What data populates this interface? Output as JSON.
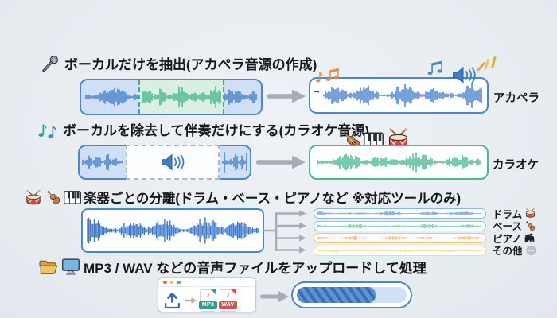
{
  "page": {
    "background": "#e9edf2"
  },
  "colors": {
    "blue_wave": "#3d78c9",
    "blue_border": "#4e86ce",
    "blue_fill": "#cfe0f6",
    "green_wave": "#3eb488",
    "green_border": "#4db890",
    "green_fill": "#d9efe2",
    "orange_wave": "#ef9b33",
    "pale_orange_wave": "#f0bf7e",
    "arrow_gray": "#a6adb5",
    "text": "#15181c"
  },
  "sections": {
    "acapella": {
      "icon": "microphone-icon",
      "title": "ボーカルだけを抽出(アカペラ音源の作成)",
      "output_prefix": "~",
      "output_label": "アカペラ",
      "decorations": [
        "music-notes-icon",
        "speaker-icon",
        "burst-icon"
      ]
    },
    "karaoke": {
      "icon": "music-notes-icon",
      "title": "ボーカルを除去して伴奏だけにする(カラオケ音源)",
      "muted_icon": "speaker-icon",
      "instrument_icons": [
        "guitar-icon",
        "piano-keys-icon",
        "drum-icon"
      ],
      "output_label": "カラオケ"
    },
    "stems": {
      "icons": [
        "drum-icon",
        "guitar-icon",
        "piano-keys-icon"
      ],
      "title": "楽器ごとの分離(ドラム・ベース・ピアノなど ※対応ツールのみ)",
      "tracks": [
        {
          "label": "ドラム",
          "icon": "drum-icon",
          "color": "#3d78c9",
          "border": "#8fb4e4"
        },
        {
          "label": "ベース",
          "icon": "guitar-icon",
          "color": "#3eb488",
          "border": "#8fd0b2"
        },
        {
          "label": "ピアノ",
          "icon": "grand-piano-icon",
          "color": "#ef9b33",
          "border": "#f2c083"
        },
        {
          "label": "その他",
          "icon": "ellipsis-icon",
          "color": "#f0bf7e",
          "border": "#f3d9ae"
        }
      ]
    },
    "upload": {
      "icons": [
        "folder-icon",
        "computer-icon"
      ],
      "title": "MP3 / WAV などの音声ファイルをアップロードして処理",
      "window_icons": [
        "upload-icon"
      ],
      "files": [
        {
          "label": "MP3",
          "color": "#2f9e8f"
        },
        {
          "label": "WAV",
          "color": "#d9534f"
        }
      ],
      "progress_percent": 72
    }
  }
}
